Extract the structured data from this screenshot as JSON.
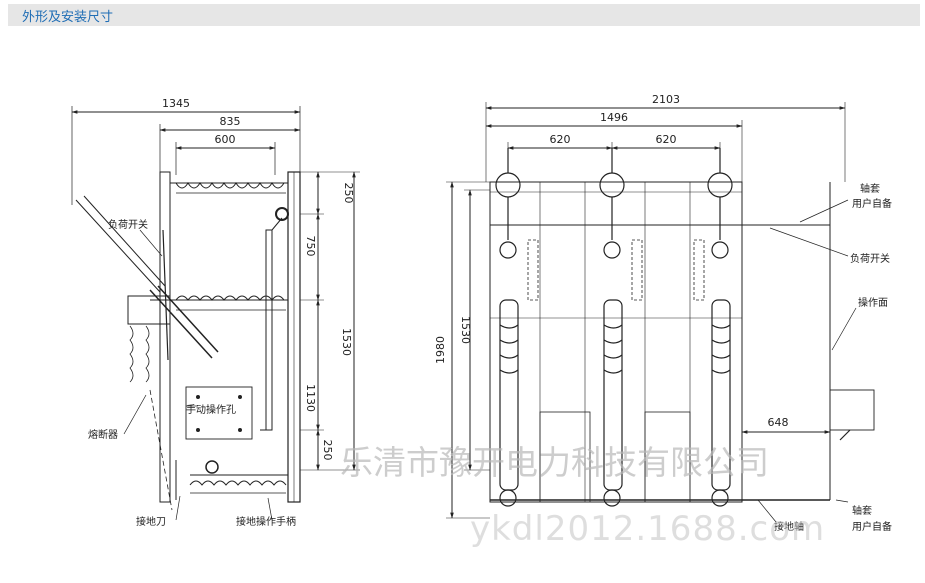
{
  "header": {
    "title": "外形及安装尺寸"
  },
  "left_view": {
    "dims": {
      "overall_width": "1345",
      "width_835": "835",
      "width_600": "600",
      "v_250_top": "250",
      "v_750": "750",
      "v_1530": "1530",
      "v_1130": "1130",
      "v_250_bottom": "250"
    },
    "labels": {
      "load_switch": "负荷开关",
      "fuse": "熔断器",
      "manual_hole": "手动操作孔",
      "earthing_switch": "接地刀",
      "earthing_handle": "接地操作手柄"
    }
  },
  "right_view": {
    "dims": {
      "overall_width": "2103",
      "width_1496": "1496",
      "pitch_left": "620",
      "pitch_right": "620",
      "height_1980": "1980",
      "height_1530": "1530",
      "depth_648": "648"
    },
    "labels": {
      "shaft_sleeve_top": "轴套",
      "user_supplied_top": "用户自备",
      "load_switch": "负荷开关",
      "operating_face": "操作面",
      "earthing_shaft": "接地轴",
      "shaft_sleeve_bottom": "轴套",
      "user_supplied_bottom": "用户自备"
    }
  },
  "watermark": {
    "company": "乐清市豫开电力科技有限公司",
    "site": "ykdl2012.1688.com"
  }
}
